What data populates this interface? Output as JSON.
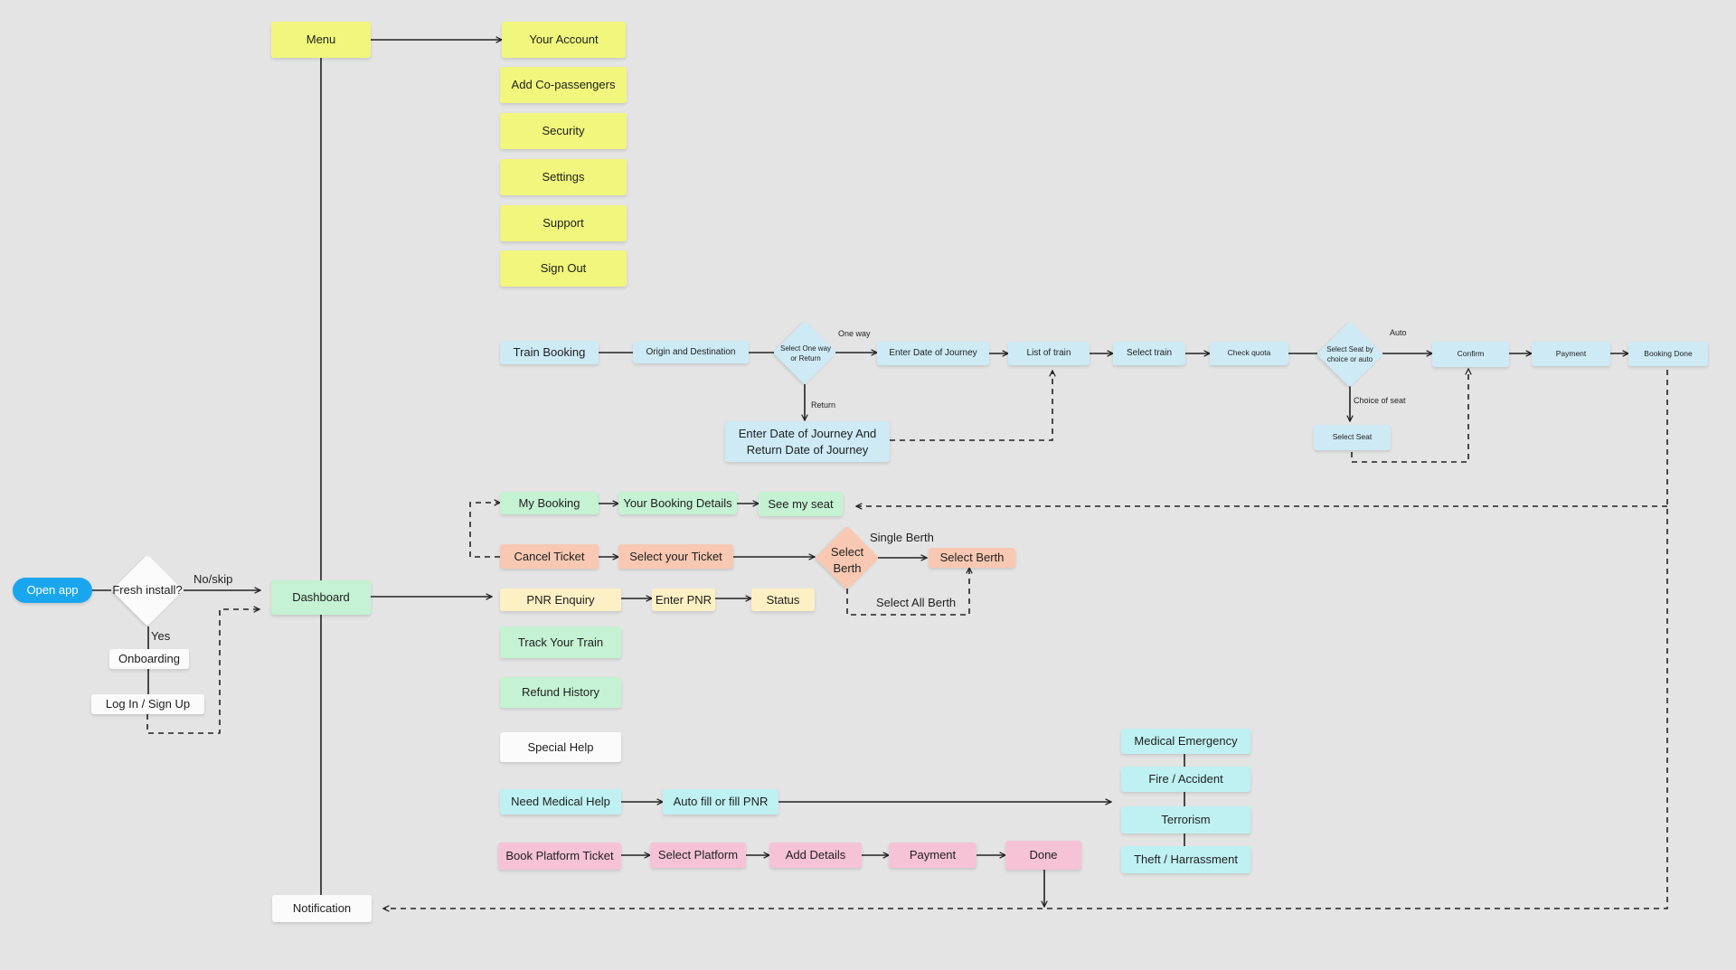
{
  "start": "Open app",
  "fresh_install": "Fresh install?",
  "no_skip": "No/skip",
  "yes": "Yes",
  "onboarding": "Onboarding",
  "login": "Log In / Sign Up",
  "dashboard": "Dashboard",
  "notification": "Notification",
  "menu": {
    "title": "Menu",
    "items": [
      "Your Account",
      "Add Co-passengers",
      "Security",
      "Settings",
      "Support",
      "Sign Out"
    ]
  },
  "train_booking": {
    "start": "Train Booking",
    "origin": "Origin and Destination",
    "select_way": "Select One way or Return",
    "one_way": "One way",
    "return": "Return",
    "enter_date": "Enter Date of Journey",
    "enter_return": "Enter Date of Journey And Return Date of Journey",
    "list_train": "List of train",
    "select_train": "Select train",
    "check_quota": "Check quota",
    "select_seat_q": "Select Seat by choice or auto",
    "auto": "Auto",
    "choice_of_seat": "Choice of seat",
    "select_seat": "Select Seat",
    "confirm": "Confirm",
    "payment": "Payment",
    "booking_done": "Booking Done"
  },
  "my_booking": {
    "start": "My Booking",
    "details": "Your Booking Details",
    "see_seat": "See my seat"
  },
  "cancel": {
    "start": "Cancel Ticket",
    "select_ticket": "Select your Ticket",
    "select_berth_q": "Select Berth",
    "single_berth": "Single Berth",
    "select_berth": "Select Berth",
    "all_berth": "Select All Berth"
  },
  "pnr": {
    "start": "PNR Enquiry",
    "enter": "Enter PNR",
    "status": "Status"
  },
  "track": "Track Your Train",
  "refund": "Refund History",
  "special_help": "Special Help",
  "medical": {
    "start": "Need Medical Help",
    "auto_fill": "Auto fill or fill PNR",
    "options": [
      "Medical Emergency",
      "Fire / Accident",
      "Terrorism",
      "Theft / Harrassment"
    ]
  },
  "platform": {
    "start": "Book Platform Ticket",
    "select": "Select Platform",
    "details": "Add Details",
    "payment": "Payment",
    "done": "Done"
  }
}
